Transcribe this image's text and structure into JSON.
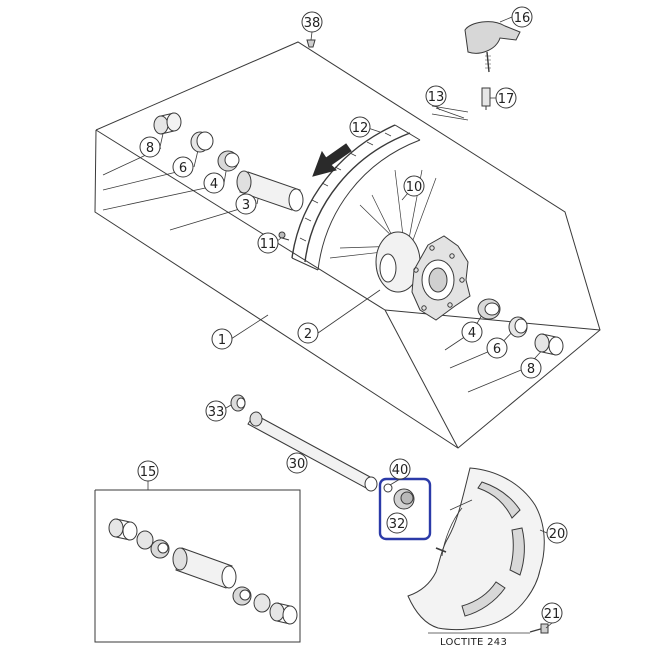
{
  "callouts": {
    "c1": "1",
    "c2": "2",
    "c3": "3",
    "c4a": "4",
    "c4b": "4",
    "c6a": "6",
    "c6b": "6",
    "c8a": "8",
    "c8b": "8",
    "c10": "10",
    "c11": "11",
    "c12": "12",
    "c13": "13",
    "c15": "15",
    "c16": "16",
    "c17": "17",
    "c20": "20",
    "c21": "21",
    "c30": "30",
    "c32": "32",
    "c33": "33",
    "c38": "38",
    "c40": "40"
  },
  "notes": {
    "loctite": "LOCTITE 243"
  },
  "colors": {
    "line": "#3a3a3a",
    "fill_light": "#e6e6e6",
    "fill_mid": "#c9c9c9",
    "highlight": "#2b3aa8"
  }
}
